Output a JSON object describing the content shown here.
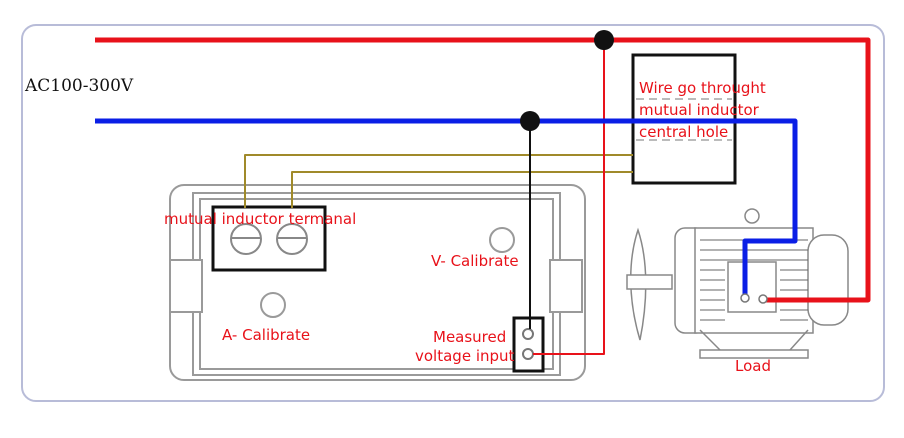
{
  "source_label": "AC100-300V",
  "labels": {
    "transformer_line1": "Wire go throught",
    "transformer_line2": "mutual inductor",
    "transformer_line3": "central hole",
    "terminal": "mutual inductor termanal",
    "v_calibrate": "V- Calibrate",
    "a_calibrate": "A- Calibrate",
    "measured_line1": "Measured",
    "measured_line2": "voltage input",
    "load": "Load"
  },
  "colors": {
    "live_wire": "#e8121a",
    "neutral_wire": "#0a1ee6",
    "signal_wire": "#111111",
    "ct_wires": "#a08a2a",
    "label_text": "#e8121a"
  }
}
